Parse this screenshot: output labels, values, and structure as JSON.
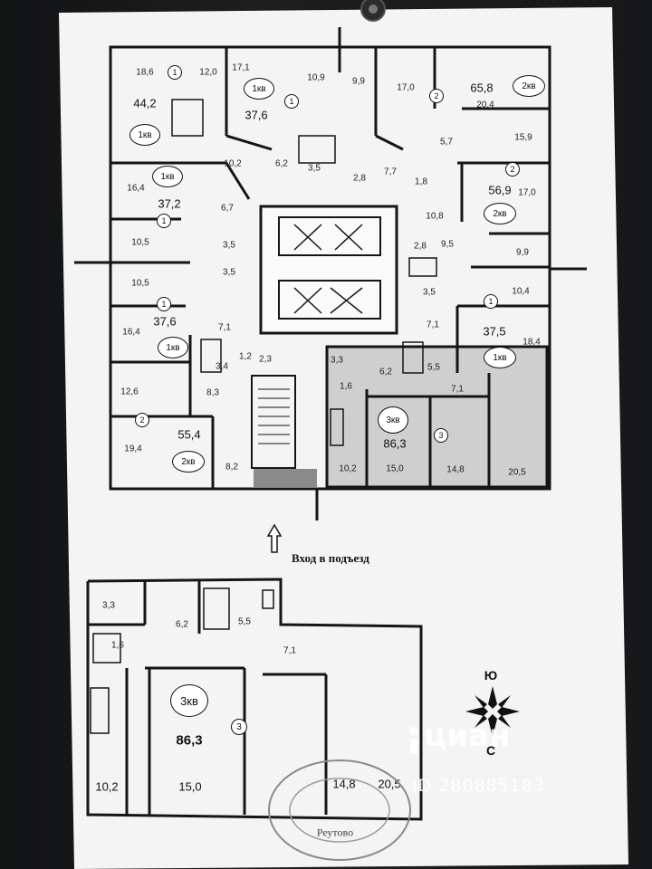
{
  "colors": {
    "paper": "#f4f4f4",
    "ink": "#151515",
    "photo_bg": "#17181a",
    "shade": "#c9c9c9"
  },
  "top_plan": {
    "areas": {
      "a1": "18,6",
      "a2": "12,0",
      "a3": "44,2",
      "a4": "17,1",
      "a5": "37,6",
      "a6": "10,9",
      "a7": "9,9",
      "a8": "17,0",
      "a9": "65,8",
      "a10": "20,4",
      "a11": "15,9",
      "a12": "56,9",
      "a13": "17,0",
      "a14": "10,2",
      "a15": "6,2",
      "a16": "3,5",
      "a17": "2,8",
      "a18": "7,7",
      "a19": "1,8",
      "a20": "5,7",
      "a21": "16,4",
      "a22": "37,2",
      "a23": "6,7",
      "a24": "10,8",
      "a25": "10,5",
      "a26": "3,5",
      "a27": "3,5",
      "a28": "2,8",
      "a29": "9,5",
      "a30": "3,5",
      "a31": "10,5",
      "a32": "9,9",
      "a33": "10,4",
      "a34": "37,6",
      "a35": "16,4",
      "a36": "7,1",
      "a37": "7,1",
      "a38": "37,5",
      "a39": "18,4",
      "a40": "3,4",
      "a41": "1,2",
      "a42": "2,3",
      "a43": "3,3",
      "a44": "6,2",
      "a45": "5,5",
      "a46": "12,6",
      "a47": "8,3",
      "a48": "1,6",
      "a49": "7,1",
      "a50": "86,3",
      "a51": "55,4",
      "a52": "19,4",
      "a53": "8,2",
      "a54": "10,2",
      "a55": "15,0",
      "a56": "14,8",
      "a57": "20,5"
    },
    "markers": {
      "m1": "1",
      "m2": "2",
      "m3": "3"
    },
    "apt_types": {
      "k1": "1кв",
      "k2": "2кв",
      "k3": "3кв"
    }
  },
  "entrance_label": "Вход в подъезд",
  "bottom_plan": {
    "areas": {
      "b1": "3,3",
      "b2": "6,2",
      "b3": "5,5",
      "b4": "1,6",
      "b5": "7,1",
      "b6": "86,3",
      "b7": "10,2",
      "b8": "15,0",
      "b9": "14,8",
      "b10": "20,5"
    },
    "apt_type": "3кв",
    "marker": "3"
  },
  "compass": {
    "north_label": "Ю",
    "south_label": "С"
  },
  "watermark": {
    "brand": "циан",
    "listing_id": "ID 280885183"
  },
  "stamp": {
    "text": "Реутово"
  }
}
